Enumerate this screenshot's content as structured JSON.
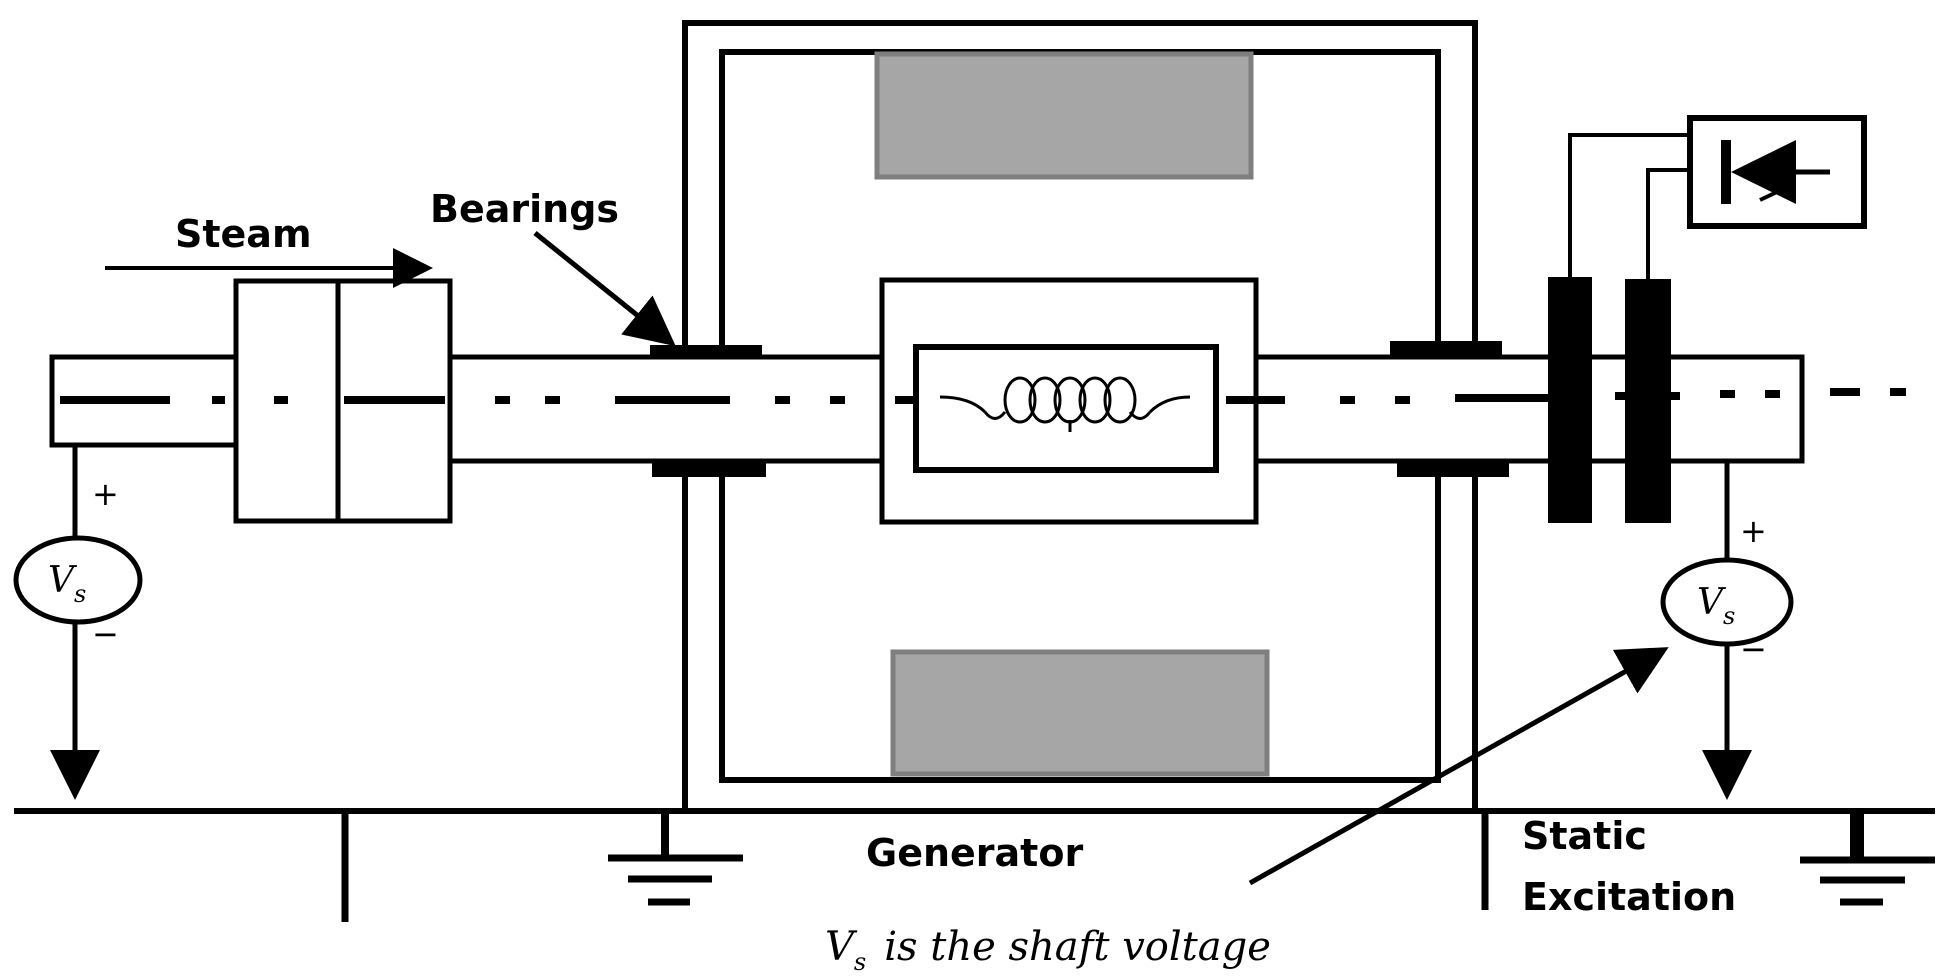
{
  "labels": {
    "steam": "Steam",
    "bearings": "Bearings",
    "generator": "Generator",
    "static_line1": "Static",
    "static_line2": "Excitation"
  },
  "caption": {
    "symbol": "V",
    "subscript": "s",
    "text": "is the shaft voltage"
  },
  "sources": {
    "left": {
      "symbol": "V",
      "subscript": "s",
      "plus": "+",
      "minus": "−"
    },
    "right": {
      "symbol": "V",
      "subscript": "s",
      "plus": "+",
      "minus": "−"
    }
  },
  "colors": {
    "line": "#000000",
    "stator_fill": "#a6a6a6",
    "stator_stroke": "#7f7f7f"
  }
}
